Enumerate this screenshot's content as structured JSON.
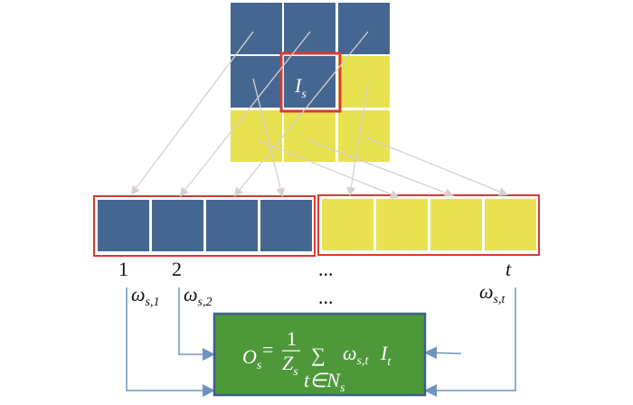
{
  "colors": {
    "blue": "#456690",
    "yellow": "#e8e250",
    "red": "#d93a30",
    "green": "#4e983a",
    "green_border": "#3d5f8c",
    "arrow_gray": "#d8d0ce",
    "arrow_blue": "#6f93bf"
  },
  "grid": {
    "center_label": "I",
    "center_sub": "s",
    "cells": [
      "blue",
      "blue",
      "blue",
      "blue",
      "blue",
      "yellow",
      "yellow",
      "yellow",
      "yellow"
    ]
  },
  "neighbors": {
    "left_group": [
      "blue",
      "blue",
      "blue",
      "blue"
    ],
    "right_group": [
      "yellow",
      "yellow",
      "yellow",
      "yellow"
    ]
  },
  "indices": {
    "first": "1",
    "second": "2",
    "ellipsis": "...",
    "last": "t"
  },
  "weights": {
    "omega": "ω",
    "w1_sub": "s,1",
    "w2_sub": "s,2",
    "ellipsis": "...",
    "wt_sub": "s,t"
  },
  "formula": {
    "lhs": "O",
    "lhs_sub": "s",
    "equals": "=",
    "frac_num": "1",
    "frac_den": "Z",
    "frac_den_sub": "s",
    "sum": "∑",
    "sum_below": "t∈N",
    "sum_below_sub": "s",
    "term_omega": "ω",
    "term_omega_sub": "s,t",
    "term_I": "I",
    "term_I_sub": "t"
  }
}
